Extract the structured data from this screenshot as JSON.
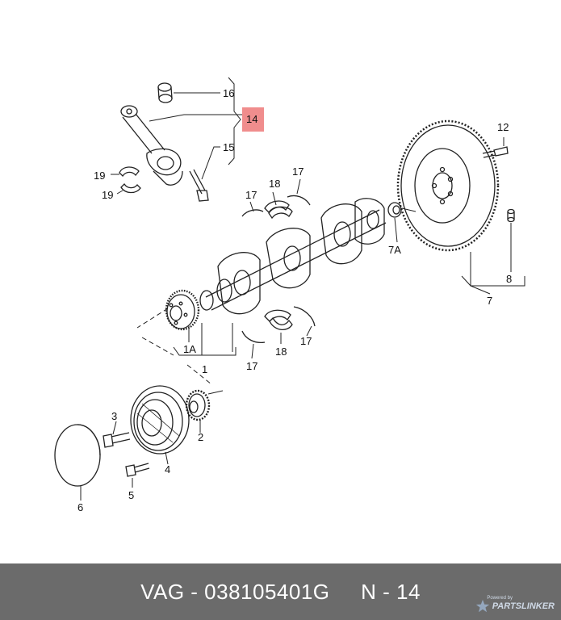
{
  "diagram": {
    "labels": {
      "l16": "16",
      "l14": "14",
      "l15": "15",
      "l19a": "19",
      "l19b": "19",
      "l12": "12",
      "l8": "8",
      "l7": "7",
      "l7a": "7A",
      "l18a": "18",
      "l17a": "17",
      "l17b": "17",
      "l17c": "17",
      "l17d": "17",
      "l18b": "18",
      "l1a": "1A",
      "l1": "1",
      "l2": "2",
      "l3": "3",
      "l4": "4",
      "l5": "5",
      "l6": "6"
    },
    "highlight_color": "#f08d8d"
  },
  "footer": {
    "caption": "VAG - 038105401G     N - 14",
    "logo_tag": "Powered by",
    "logo_text": "PARTSLINKER",
    "background": "#6b6b6b"
  }
}
